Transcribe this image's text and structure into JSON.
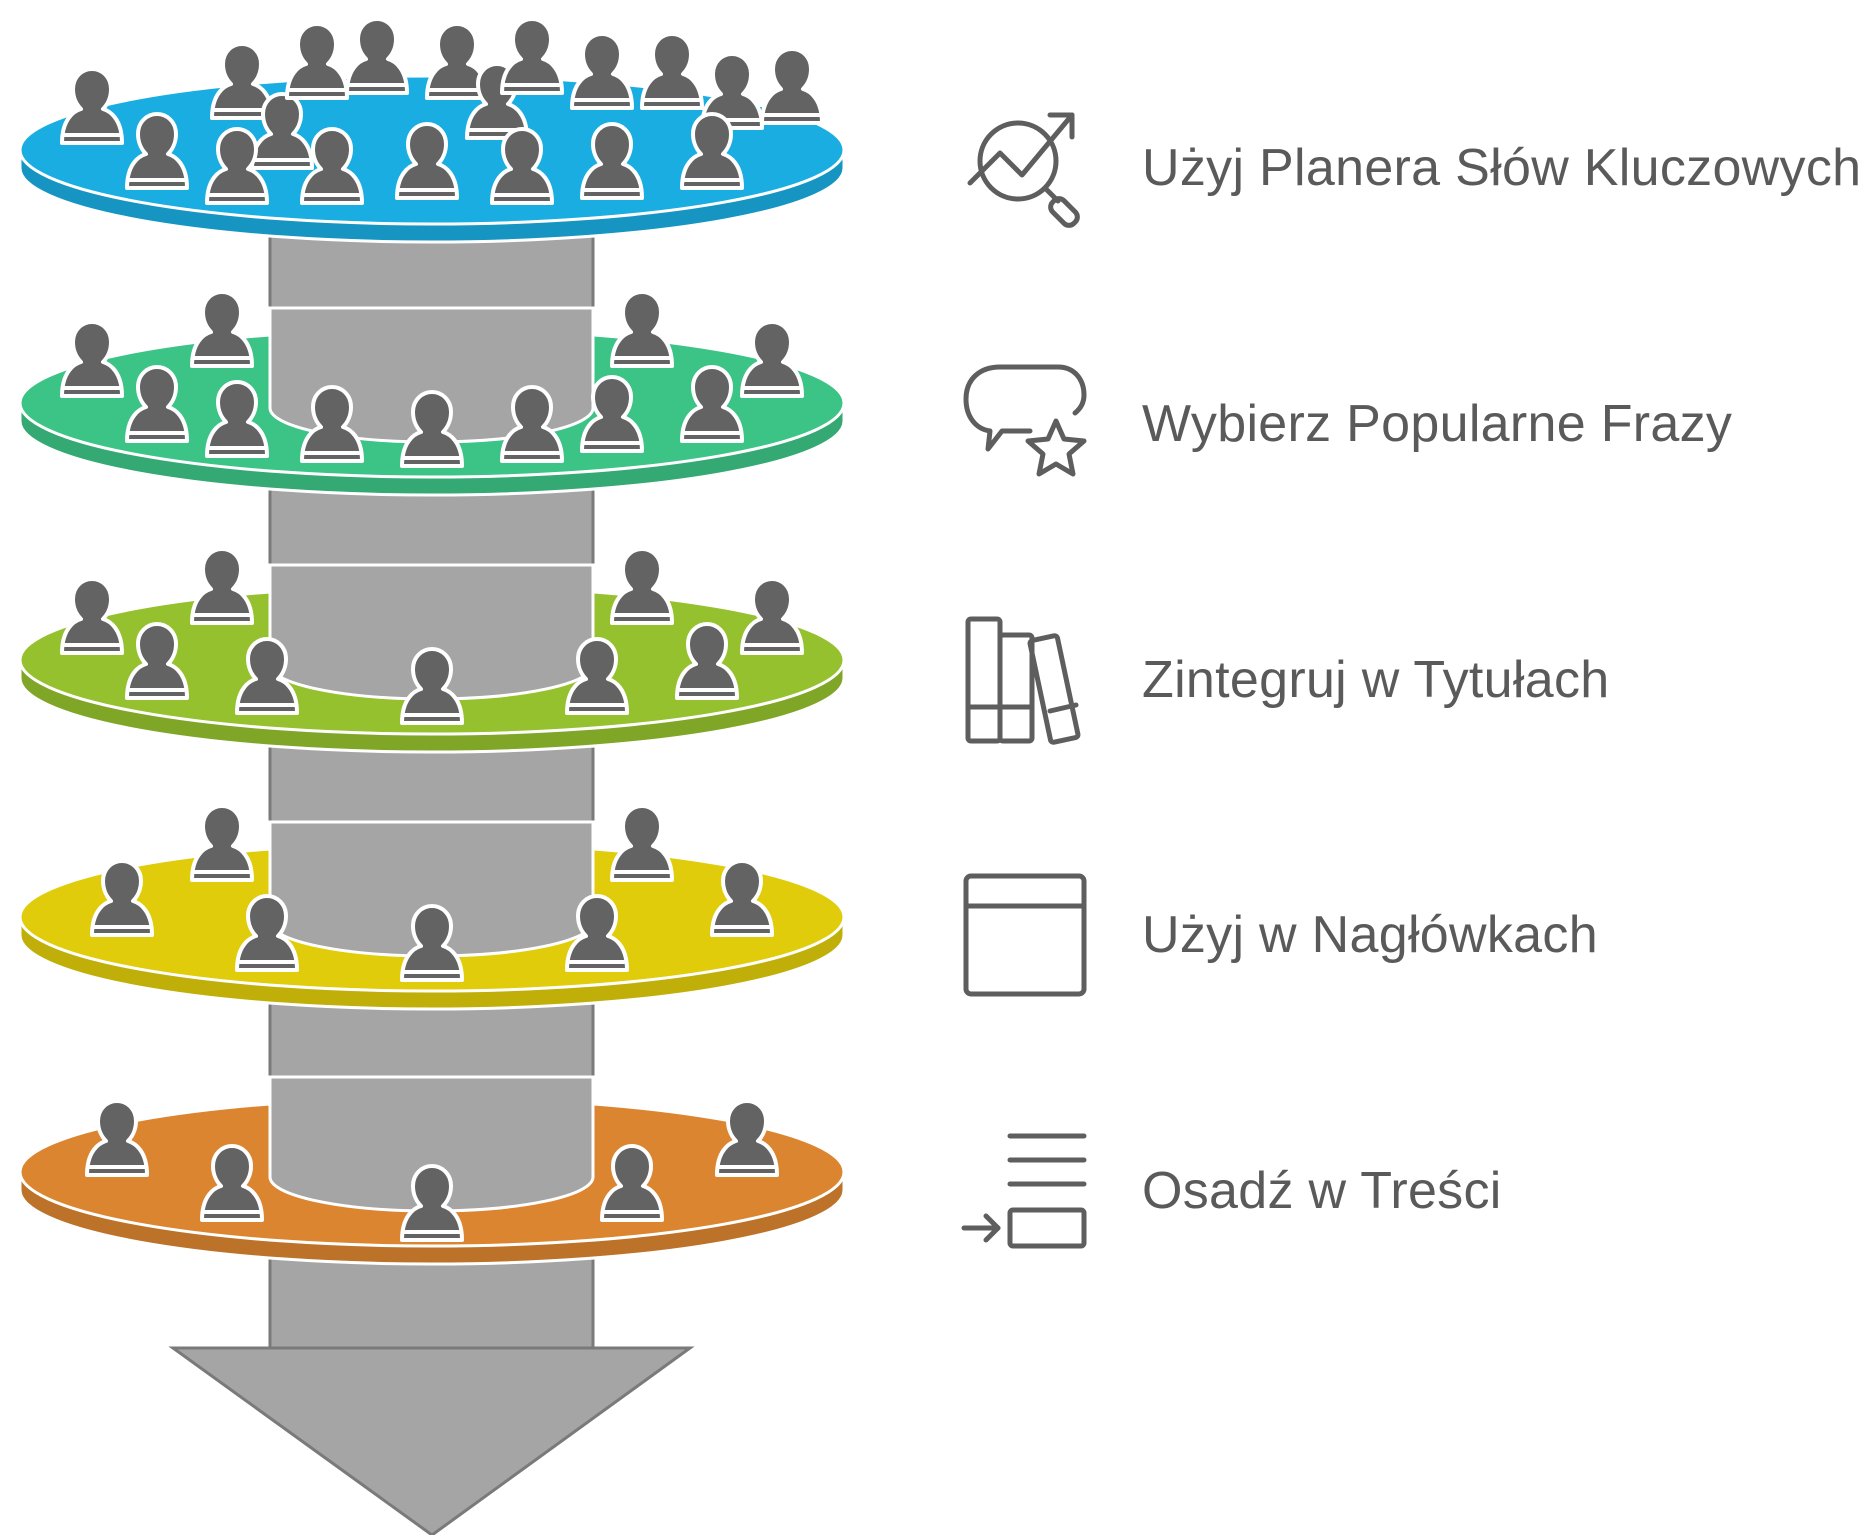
{
  "diagram": {
    "type": "stacked-funnel",
    "colors": {
      "arrow": "#a5a5a5",
      "arrow_stroke": "#7a7a7a",
      "person": "#636363",
      "layers": [
        "#1aade2",
        "#3cc486",
        "#95c12f",
        "#e0cc0a",
        "#db8530"
      ]
    },
    "steps": [
      {
        "label": "Użyj Planera Słów Kluczowych",
        "icon": "keyword-research-icon"
      },
      {
        "label": "Wybierz Popularne Frazy",
        "icon": "chat-star-icon"
      },
      {
        "label": "Zintegruj w Tytułach",
        "icon": "books-icon"
      },
      {
        "label": "Użyj w Nagłówkach",
        "icon": "window-header-icon"
      },
      {
        "label": "Osadź w Treści",
        "icon": "insert-content-icon"
      }
    ]
  }
}
